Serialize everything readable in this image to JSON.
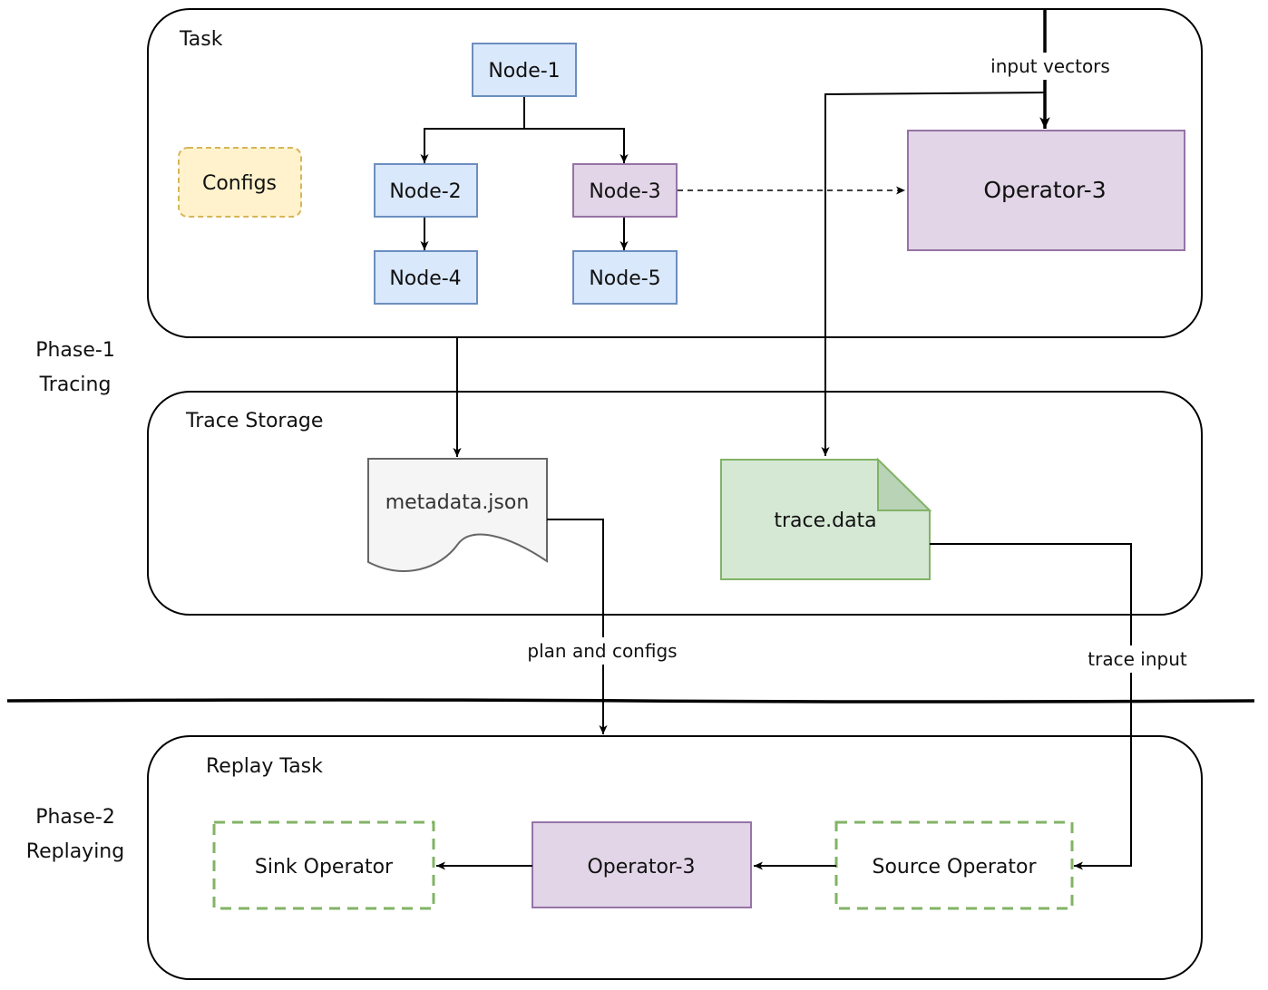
{
  "phase1": {
    "line1": "Phase-1",
    "line2": "Tracing"
  },
  "phase2": {
    "line1": "Phase-2",
    "line2": "Replaying"
  },
  "task": {
    "title": "Task",
    "configs": "Configs",
    "nodes": [
      "Node-1",
      "Node-2",
      "Node-3",
      "Node-4",
      "Node-5"
    ],
    "operator": "Operator-3"
  },
  "storage": {
    "title": "Trace Storage",
    "metadata": "metadata.json",
    "trace": "trace.data"
  },
  "replay": {
    "title": "Replay Task",
    "sink": "Sink Operator",
    "operator": "Operator-3",
    "source": "Source Operator"
  },
  "edges": {
    "input_vectors": "input vectors",
    "plan_and_configs": "plan and configs",
    "trace_input": "trace input"
  },
  "colors": {
    "node_blue_fill": "#dae8fc",
    "node_blue_stroke": "#6c8ebf",
    "operator_purple_fill": "#e1d5e7",
    "operator_purple_stroke": "#9673a6",
    "configs_fill": "#fff2cc",
    "configs_stroke": "#d6b656",
    "trace_fill": "#d5e8d4",
    "trace_stroke": "#82b366",
    "metadata_fill": "#f5f5f5",
    "metadata_stroke": "#666666"
  }
}
